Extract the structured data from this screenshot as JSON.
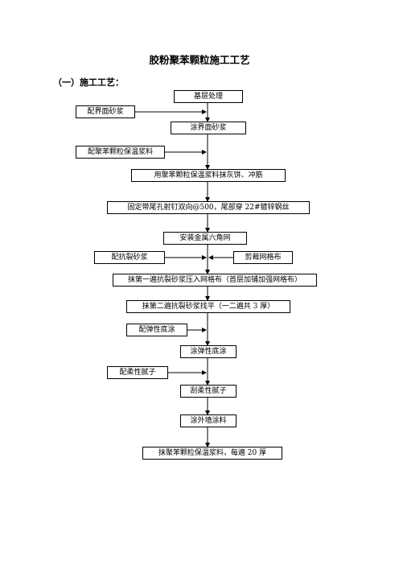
{
  "title": "胶粉聚苯颗粒施工工艺",
  "section": "（一）施工工艺：",
  "steps": [
    "基层处理",
    "涂界面砂浆",
    "用聚苯颗粒保温浆料抹灰饼、冲筋",
    "固定带尾孔射钉双向@500，尾部穿 22#镀锌钢丝",
    "安装金属六角网",
    "抹第一遍抗裂砂浆压入网格布（首层加铺加强网格布）",
    "抹第二遍抗裂砂浆找平（一二遍共 3 厚）",
    "涂弹性底涂",
    "刮柔性腻子",
    "涂外墙涂料",
    "抹聚苯颗粒保温浆料，每遍 20 厚"
  ],
  "inputs": {
    "left_1": "配界面砂浆",
    "left_2": "配聚苯颗粒保温浆料",
    "left_3": "配抗裂砂浆",
    "right_3": "剪裁网格布",
    "left_4": "配弹性底涂",
    "left_5": "配柔性腻子"
  }
}
